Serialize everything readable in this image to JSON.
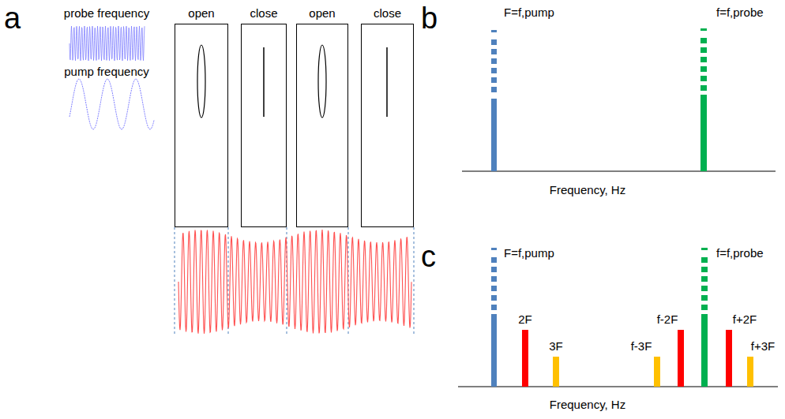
{
  "diagram": {
    "nodes": [
      {
        "text": [
          "open"
        ]
      },
      {
        "text": [
          "close"
        ]
      },
      {
        "text": [
          "open"
        ]
      },
      {
        "text": [
          "close"
        ]
      }
    ],
    "labels": [
      "a",
      "probe frequency",
      "pump frequency",
      "b",
      "F=f,pump",
      "f=f,probe",
      "Frequency, Hz",
      "c",
      "F=f,pump",
      "2F",
      "3F",
      "f-3F",
      "f-2F",
      "f=f,probe",
      "f+2F",
      "f+3F",
      "Frequency, Hz"
    ]
  }
}
